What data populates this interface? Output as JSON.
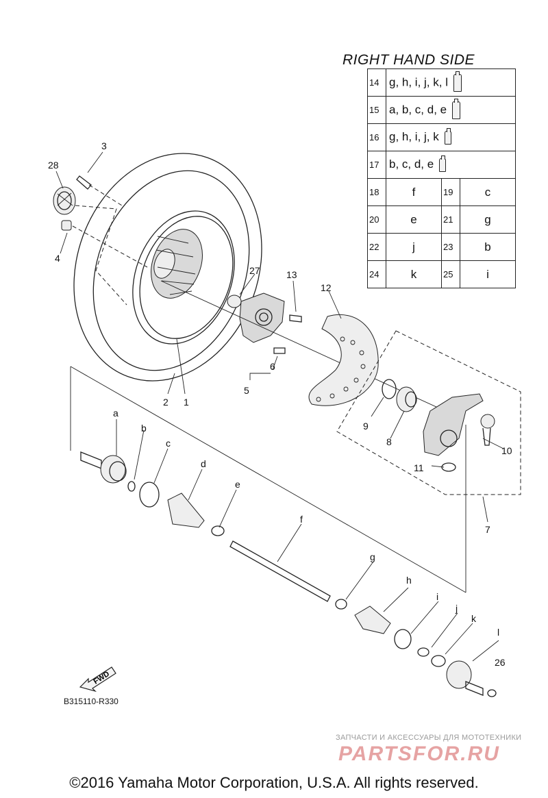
{
  "table": {
    "title": "RIGHT HAND SIDE",
    "rows": [
      {
        "num": "14",
        "value": "g, h, i, j, k, l",
        "icon": "grease-tube-icon"
      },
      {
        "num": "15",
        "value": "a, b, c, d, e",
        "icon": "grease-tube-icon"
      },
      {
        "num": "16",
        "value": "g, h, i, j, k",
        "icon": "grease-tube-icon"
      },
      {
        "num": "17",
        "value": "b, c, d, e",
        "icon": "grease-tube-icon"
      }
    ],
    "pairs": [
      {
        "n1": "18",
        "v1": "f",
        "n2": "19",
        "v2": "c"
      },
      {
        "n1": "20",
        "v1": "e",
        "n2": "21",
        "v2": "g"
      },
      {
        "n1": "22",
        "v1": "j",
        "n2": "23",
        "v2": "b"
      },
      {
        "n1": "24",
        "v1": "k",
        "n2": "25",
        "v2": "i"
      }
    ]
  },
  "callouts": {
    "c1": "1",
    "c2": "2",
    "c3": "3",
    "c4": "4",
    "c5": "5",
    "c6": "6",
    "c7": "7",
    "c8": "8",
    "c9": "9",
    "c10": "10",
    "c11": "11",
    "c12": "12",
    "c13": "13",
    "c26": "26",
    "c27": "27",
    "c28": "28",
    "a": "a",
    "b": "b",
    "c": "c",
    "d": "d",
    "e": "e",
    "f": "f",
    "g": "g",
    "h": "h",
    "i": "i",
    "j": "j",
    "k": "k",
    "l": "l"
  },
  "fwd_label": "FWD",
  "diagram_code": "B315110-R330",
  "watermark": {
    "tagline": "ЗАПЧАСТИ И АКСЕССУАРЫ ДЛЯ МОТОТЕХНИКИ",
    "logo": "PARTSFOR.RU"
  },
  "copyright": "©2016 Yamaha Motor Corporation, U.S.A. All rights reserved."
}
